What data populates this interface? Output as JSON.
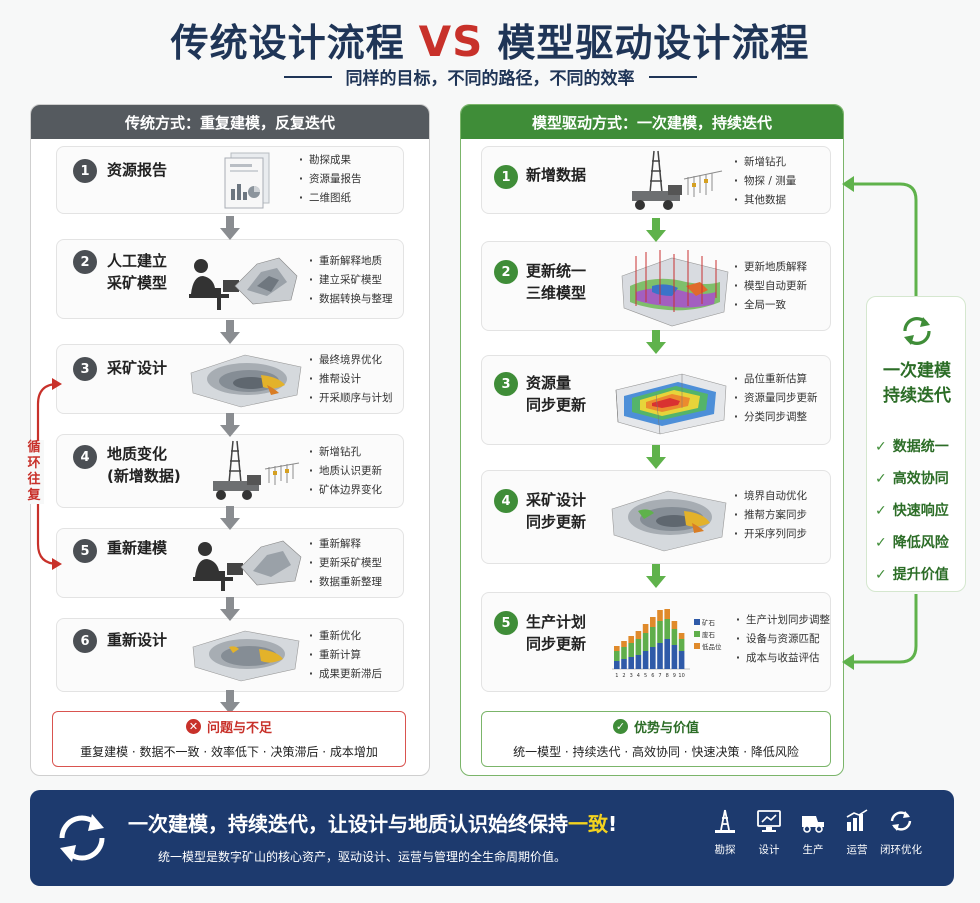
{
  "header": {
    "title_left": "传统设计流程",
    "title_vs": "VS",
    "title_right": "模型驱动设计流程",
    "subtitle": "同样的目标，不同的路径，不同的效率"
  },
  "left": {
    "heading": "传统方式：重复建模，反复迭代",
    "steps": [
      {
        "num": "1",
        "title": "资源报告",
        "title2": "",
        "bullets": [
          "勘探成果",
          "资源量报告",
          "二维图纸"
        ]
      },
      {
        "num": "2",
        "title": "人工建立",
        "title2": "采矿模型",
        "bullets": [
          "重新解释地质",
          "建立采矿模型",
          "数据转换与整理"
        ]
      },
      {
        "num": "3",
        "title": "采矿设计",
        "title2": "",
        "bullets": [
          "最终境界优化",
          "推帮设计",
          "开采顺序与计划"
        ]
      },
      {
        "num": "4",
        "title": "地质变化",
        "title2": "(新增数据)",
        "bullets": [
          "新增钻孔",
          "地质认识更新",
          "矿体边界变化"
        ]
      },
      {
        "num": "5",
        "title": "重新建模",
        "title2": "",
        "bullets": [
          "重新解释",
          "更新采矿模型",
          "数据重新整理"
        ]
      },
      {
        "num": "6",
        "title": "重新设计",
        "title2": "",
        "bullets": [
          "重新优化",
          "重新计算",
          "成果更新滞后"
        ]
      }
    ],
    "loop_label": "循环往复",
    "problems": {
      "title": "问题与不足",
      "items": "重复建模 · 数据不一致 · 效率低下 · 决策滞后 · 成本增加"
    }
  },
  "right": {
    "heading": "模型驱动方式：一次建模，持续迭代",
    "steps": [
      {
        "num": "1",
        "title": "新增数据",
        "title2": "",
        "bullets": [
          "新增钻孔",
          "物探 / 测量",
          "其他数据"
        ]
      },
      {
        "num": "2",
        "title": "更新统一",
        "title2": "三维模型",
        "bullets": [
          "更新地质解释",
          "模型自动更新",
          "全局一致"
        ]
      },
      {
        "num": "3",
        "title": "资源量",
        "title2": "同步更新",
        "bullets": [
          "品位重新估算",
          "资源量同步更新",
          "分类同步调整"
        ]
      },
      {
        "num": "4",
        "title": "采矿设计",
        "title2": "同步更新",
        "bullets": [
          "境界自动优化",
          "推帮方案同步",
          "开采序列同步"
        ]
      },
      {
        "num": "5",
        "title": "生产计划",
        "title2": "同步更新",
        "bullets": [
          "生产计划同步调整",
          "设备与资源匹配",
          "成本与收益评估"
        ]
      }
    ],
    "chart_legend": [
      "矿石",
      "废石",
      "低品位"
    ],
    "chart_ticks": [
      "1",
      "2",
      "3",
      "4",
      "5",
      "6",
      "7",
      "8",
      "9",
      "10"
    ],
    "advantages": {
      "title": "优势与价值",
      "items": "统一模型 · 持续迭代 · 高效协同 · 快速决策 · 降低风险"
    }
  },
  "sidebar": {
    "title_line1": "一次建模",
    "title_line2": "持续迭代",
    "items": [
      "数据统一",
      "高效协同",
      "快速响应",
      "降低风险",
      "提升价值"
    ]
  },
  "banner": {
    "title_main": "一次建模，持续迭代，让设计与地质认识始终保持",
    "title_highlight": "一致",
    "title_end": "!",
    "subtitle": "统一模型是数字矿山的核心资产，驱动设计、运营与管理的全生命周期价值。",
    "icons": [
      {
        "icon": "drill-icon",
        "label": "勘探"
      },
      {
        "icon": "design-icon",
        "label": "设计"
      },
      {
        "icon": "truck-icon",
        "label": "生产"
      },
      {
        "icon": "chart-icon",
        "label": "运营"
      },
      {
        "icon": "cycle-icon",
        "label": "闭环优化"
      }
    ]
  },
  "colors": {
    "navy": "#1f3557",
    "red": "#c8312a",
    "green": "#3f8d38",
    "gray": "#4b4f54",
    "banner": "#1d3a6e",
    "highlight": "#f3d21f"
  }
}
